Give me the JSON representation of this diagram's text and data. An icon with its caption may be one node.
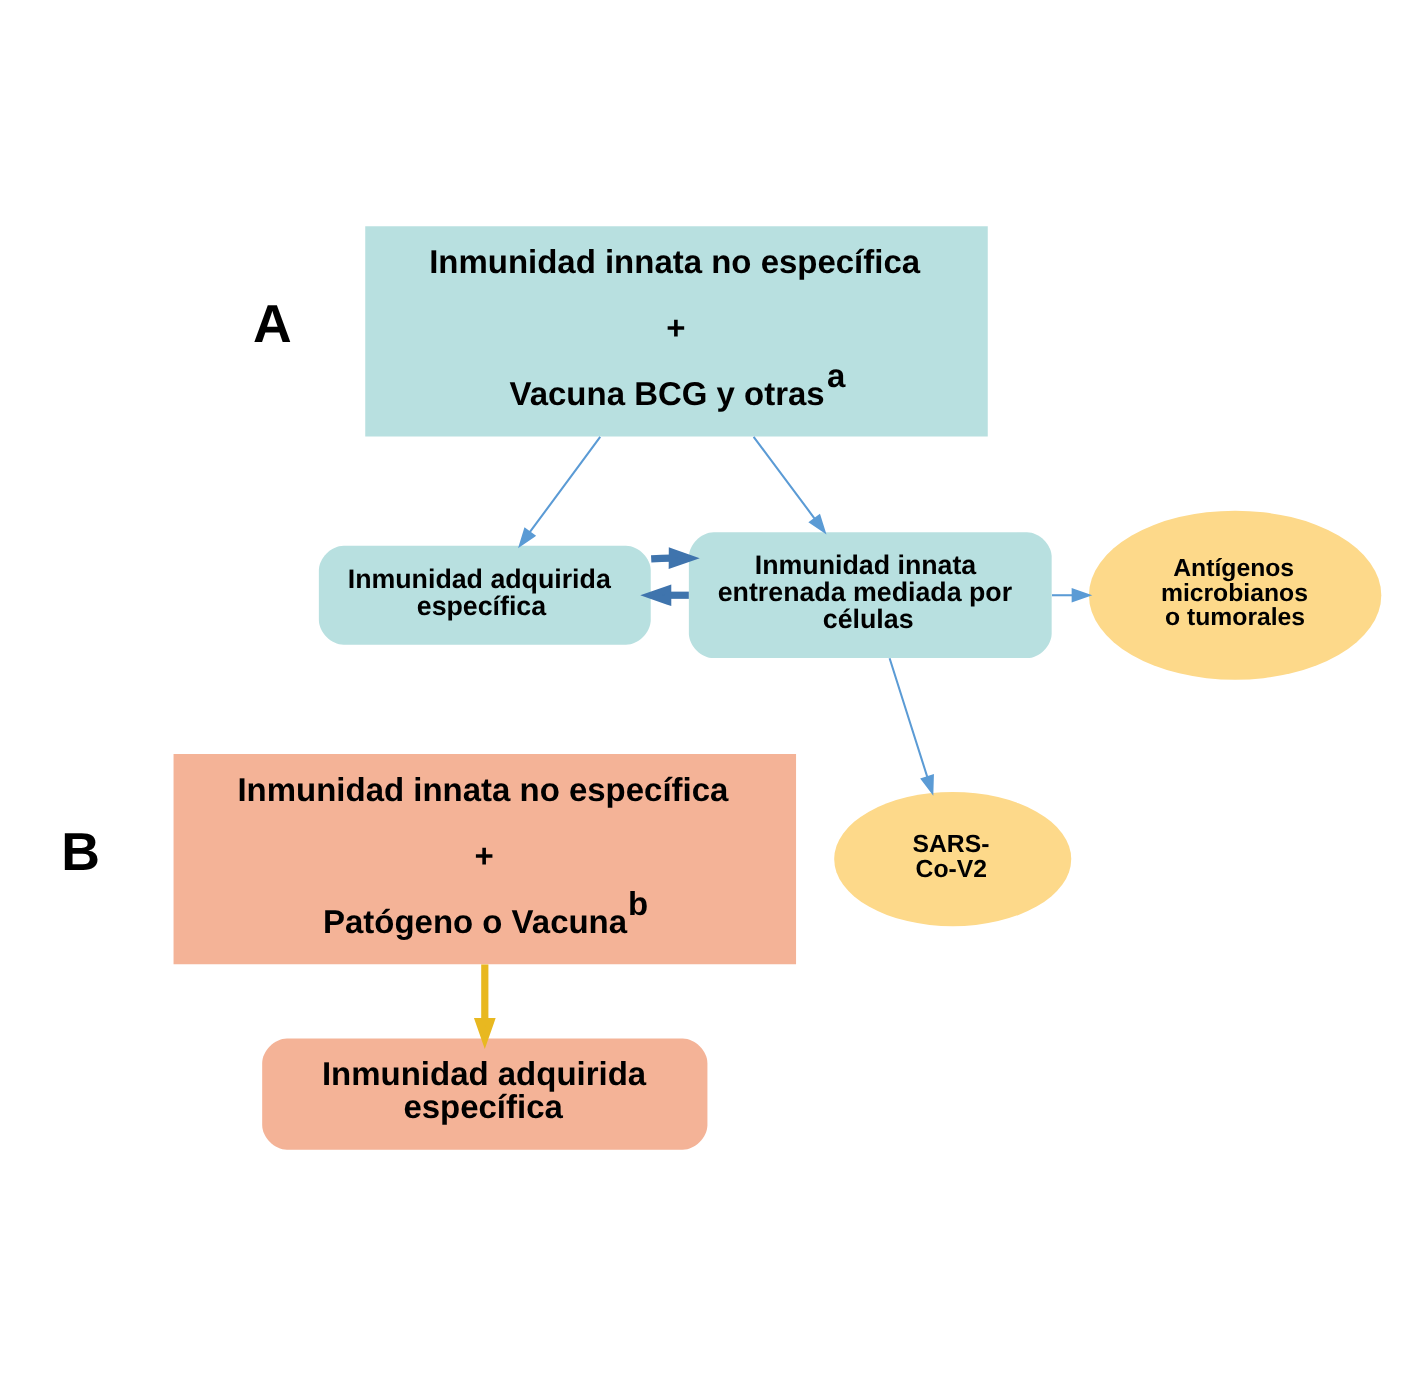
{
  "diagram": {
    "nodes": [
      {
        "text": [
          "Inmunidad innata no específica",
          "+",
          "Vacuna BCG y otras$^{a}$"
        ]
      },
      {
        "text": [
          "Inmunidad adquirida específica"
        ]
      },
      {
        "text": [
          "Inmunidad innata entrenada mediada por células"
        ]
      },
      {
        "text": [
          "Antígenos microbianos o tumorales"
        ]
      },
      {
        "text": [
          "SARS- Co-V2"
        ]
      },
      {
        "text": [
          "Inmunidad innata no específica",
          "+",
          "Patógeno o Vacuna$^{b}$"
        ]
      },
      {
        "text": [
          "Inmunidad adquirida específica"
        ]
      }
    ],
    "edges": [
      {
        "from": 0,
        "to": 1,
        "arrow": "to"
      },
      {
        "from": 0,
        "to": 2,
        "arrow": "to"
      },
      {
        "from": 2,
        "to": 1,
        "arrow": "to",
        "style": "thick",
        "color": "#3f74ad"
      },
      {
        "from": 1,
        "to": 2,
        "arrow": "to",
        "style": "thick",
        "color": "#3f74ad"
      },
      {
        "from": 2,
        "to": 3,
        "arrow": "to"
      },
      {
        "from": 2,
        "to": 4,
        "arrow": "to"
      },
      {
        "from": 5,
        "to": 6,
        "arrow": "to",
        "style": "thick",
        "color": "#e8b820"
      }
    ],
    "labels": [
      "A",
      "B"
    ]
  }
}
